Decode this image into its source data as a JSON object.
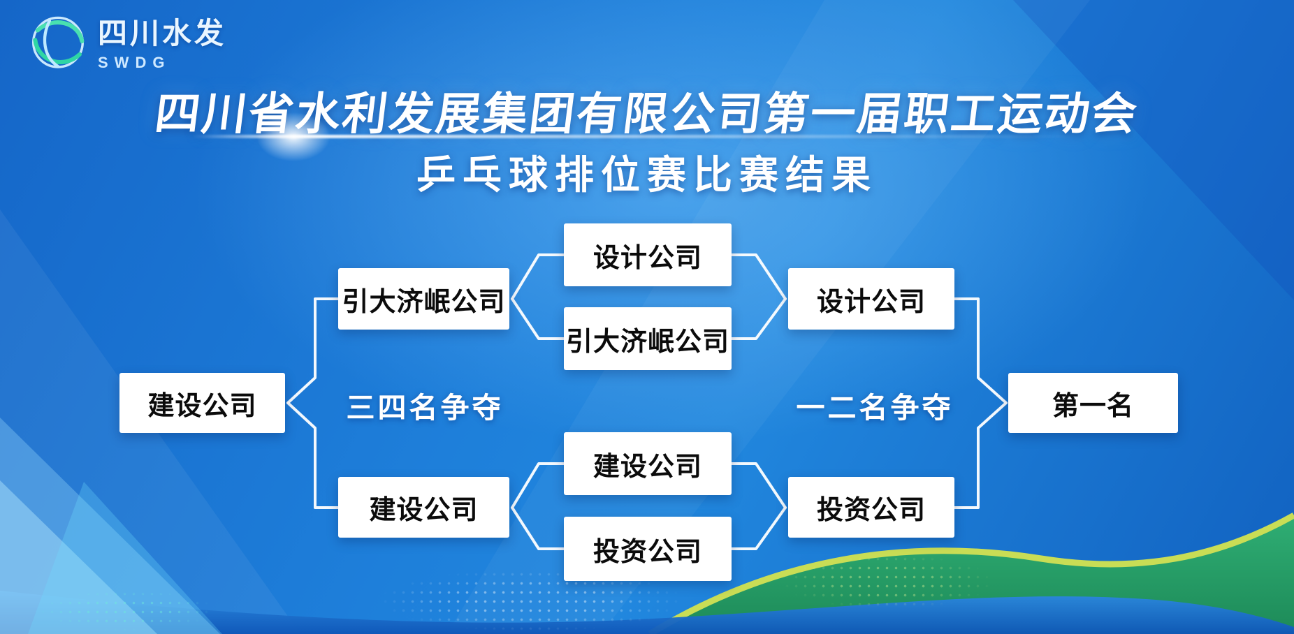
{
  "logo": {
    "name": "四川水发",
    "subtitle": "SWDG"
  },
  "title": {
    "line1": "四川省水利发展集团有限公司第一届职工运动会",
    "line2": "乒乓球排位赛比赛结果"
  },
  "bracket": {
    "third_place_label": "三四名争夺",
    "final_label": "一二名争夺",
    "third_place_winner": "建设公司",
    "semi1_loser": "引大济岷公司",
    "semi2_loser": "建设公司",
    "semi1_team1": "设计公司",
    "semi1_team2": "引大济岷公司",
    "semi2_team1": "建设公司",
    "sem2_placeholder": "",
    "semi2_team2": "投资公司",
    "final_team1": "设计公司",
    "final_team2": "投资公司",
    "champion_label": "第一名"
  },
  "colors": {
    "background_blue": "#1a6fd0",
    "box_background": "#ffffff",
    "box_text": "#0b0b0b",
    "connector_white": "#ffffff",
    "wave_green": "#2fae74",
    "wave_crest": "#c9dd55",
    "title_text": "#ffffff"
  }
}
